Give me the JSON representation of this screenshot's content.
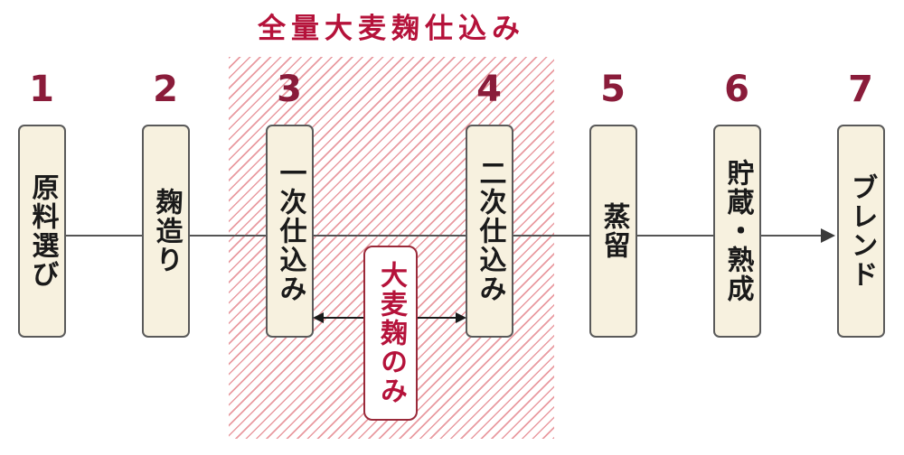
{
  "title": "全量大麦麹仕込み",
  "steps": [
    {
      "num": "1",
      "label": "原料選び"
    },
    {
      "num": "2",
      "label": "麹造り"
    },
    {
      "num": "3",
      "label": "一次仕込み"
    },
    {
      "num": "4",
      "label": "二次仕込み"
    },
    {
      "num": "5",
      "label": "蒸留"
    },
    {
      "num": "6",
      "label": "貯蔵・熟成"
    },
    {
      "num": "7",
      "label": "ブレンド"
    }
  ],
  "annotation": "大麦麹のみ",
  "colors": {
    "accent": "#b5123a",
    "number": "#8a1c3a",
    "box_fill": "#f7f1df",
    "hatch": "#e99aa0"
  }
}
